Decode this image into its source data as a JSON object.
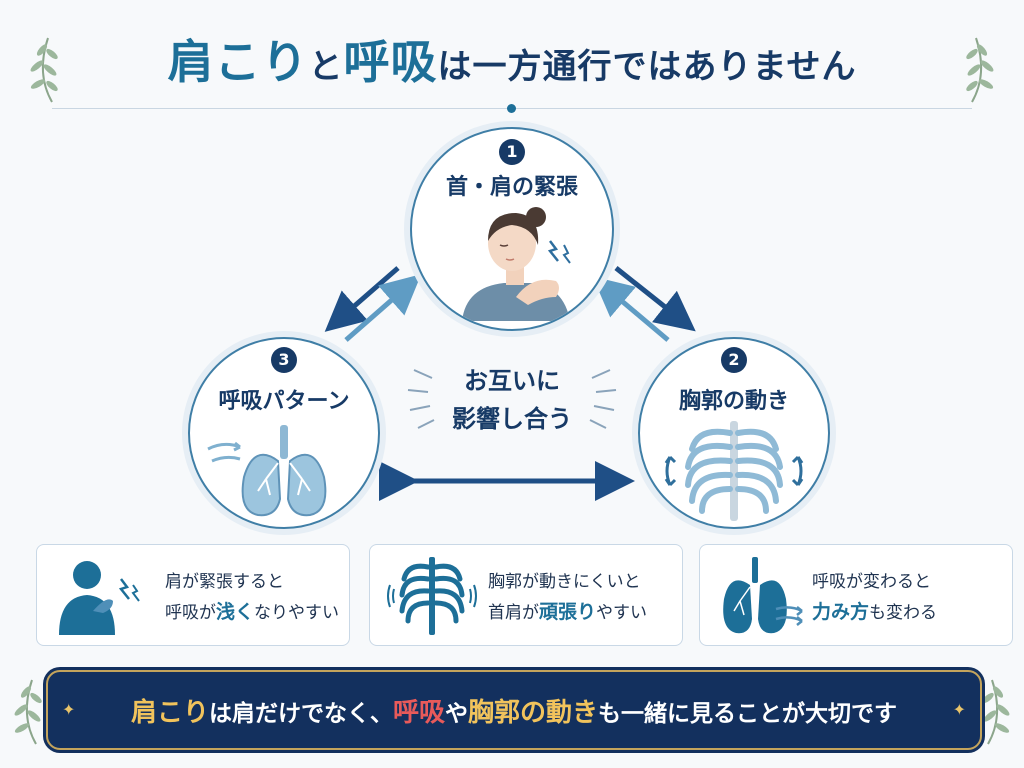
{
  "title": {
    "part1": "肩こり",
    "part2": "と",
    "part3": "呼吸",
    "part4": "は一方通行ではありません"
  },
  "nodes": [
    {
      "number": "1",
      "label": "首・肩の緊張",
      "icon": "woman-holding-shoulder-icon"
    },
    {
      "number": "2",
      "label": "胸郭の動き",
      "icon": "ribcage-icon"
    },
    {
      "number": "3",
      "label": "呼吸パターン",
      "icon": "lungs-icon"
    }
  ],
  "center": {
    "line1": "お互いに",
    "line2": "影響し合う"
  },
  "boxes": [
    {
      "line1": "肩が緊張すると",
      "line2_pre": "呼吸が",
      "line2_hl": "浅く",
      "line2_post": "なりやすい",
      "icon": "person-shoulder-pain-icon"
    },
    {
      "line1": "胸郭が動きにくいと",
      "line2_pre": "首肩が",
      "line2_hl": "頑張り",
      "line2_post": "やすい",
      "icon": "ribcage-icon"
    },
    {
      "line1": "呼吸が変わると",
      "line2_hl": "力み方",
      "line2_post": "も変わる",
      "icon": "lungs-air-icon"
    }
  ],
  "banner": {
    "p1": "肩こり",
    "p2": "は肩だけでなく、",
    "p3": "呼吸",
    "p4": "や",
    "p5": "胸郭の動き",
    "p6": "も一緒に見ることが大切です"
  },
  "colors": {
    "navy": "#173a66",
    "teal": "#1d6f98",
    "gold": "#f1c35c",
    "red": "#e85a5a"
  }
}
